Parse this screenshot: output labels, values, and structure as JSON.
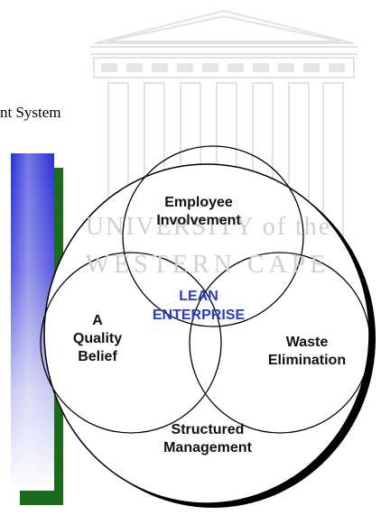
{
  "header": {
    "system_text": "nt System"
  },
  "watermark": {
    "line1": "UNIVERSITY of the",
    "line2": "WESTERN CAPE",
    "color": "#d6d6d6"
  },
  "diagram": {
    "center_label_line1": "LEAN",
    "center_label_line2": "ENTERPRISE",
    "center_color": "#2a3cc4",
    "circles": {
      "top": {
        "line1": "Employee",
        "line2": "Involvement"
      },
      "left": {
        "line1": "A",
        "line2": "Quality",
        "line3": "Belief"
      },
      "right": {
        "line1": "Waste",
        "line2": "Elimination"
      },
      "bottom": {
        "line1": "Structured",
        "line2": "Management"
      }
    }
  },
  "colors": {
    "bar_blue": "#2b2fd6",
    "bar_green": "#1d6b1d",
    "outline": "#000000"
  }
}
